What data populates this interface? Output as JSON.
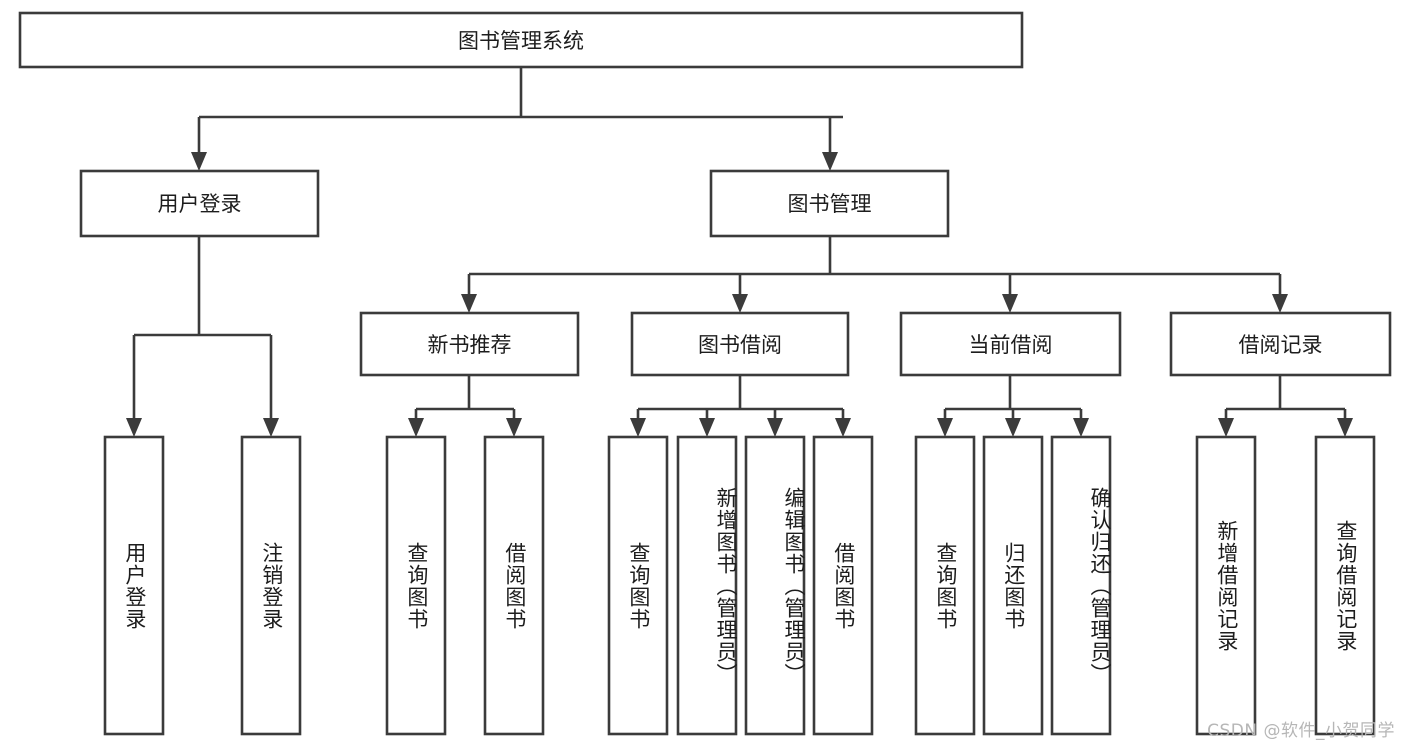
{
  "diagram": {
    "title": "图书管理系统",
    "type": "tree-hierarchy-chart",
    "watermark": "CSDN @软件_小贺同学",
    "colors": {
      "stroke": "#3b3b3b",
      "fill": "#ffffff",
      "text": "#1d1d1d",
      "watermark": "#b6b6b6"
    },
    "nodes": {
      "root": {
        "label": "图书管理系统"
      },
      "level2": [
        {
          "id": "user-login",
          "label": "用户登录"
        },
        {
          "id": "book-management",
          "label": "图书管理"
        }
      ],
      "level3": [
        {
          "id": "new-book-recommend",
          "label": "新书推荐"
        },
        {
          "id": "book-borrow",
          "label": "图书借阅"
        },
        {
          "id": "current-borrow",
          "label": "当前借阅"
        },
        {
          "id": "borrow-record",
          "label": "借阅记录"
        }
      ],
      "leaves": [
        {
          "id": "leaf-user-login",
          "label": "用户登录",
          "parent": "user-login"
        },
        {
          "id": "leaf-logout-login",
          "label": "注销登录",
          "parent": "user-login"
        },
        {
          "id": "leaf-query-book-1",
          "label": "查询图书",
          "parent": "new-book-recommend"
        },
        {
          "id": "leaf-borrow-book-1",
          "label": "借阅图书",
          "parent": "new-book-recommend"
        },
        {
          "id": "leaf-query-book-2",
          "label": "查询图书",
          "parent": "book-borrow"
        },
        {
          "id": "leaf-add-book",
          "label": "新增图书（管理员）",
          "parent": "book-borrow"
        },
        {
          "id": "leaf-edit-book",
          "label": "编辑图书（管理员）",
          "parent": "book-borrow"
        },
        {
          "id": "leaf-borrow-book-2",
          "label": "借阅图书",
          "parent": "book-borrow"
        },
        {
          "id": "leaf-query-book-3",
          "label": "查询图书",
          "parent": "current-borrow"
        },
        {
          "id": "leaf-return-book",
          "label": "归还图书",
          "parent": "current-borrow"
        },
        {
          "id": "leaf-confirm-return",
          "label": "确认归还（管理员）",
          "parent": "current-borrow"
        },
        {
          "id": "leaf-add-record",
          "label": "新增借阅记录",
          "parent": "borrow-record"
        },
        {
          "id": "leaf-query-record",
          "label": "查询借阅记录",
          "parent": "borrow-record"
        }
      ]
    }
  }
}
